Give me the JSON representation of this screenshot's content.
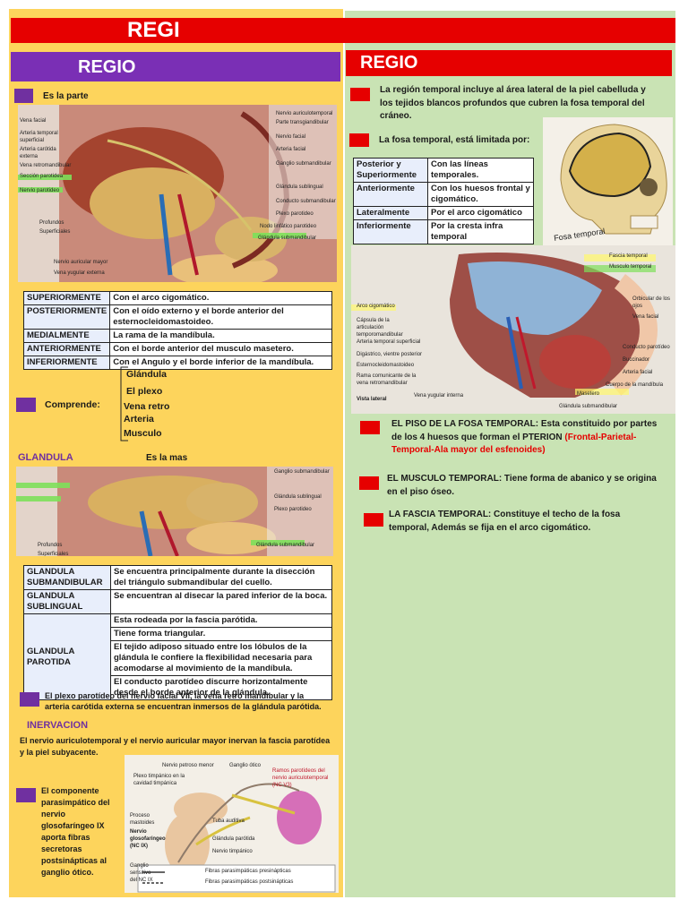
{
  "header": {
    "main_banner": "REGI",
    "left_banner": "REGIO",
    "right_banner": "REGIO"
  },
  "left": {
    "es_la_parte": "Es la parte",
    "fig1_labels": [
      "Vena facial",
      "Nervio auriculotemporal",
      "Parte transgiandibular",
      "Arteria temporal superficial",
      "Nervio facial",
      "Arteria carótida externa",
      "Arteria facial",
      "Vena retromandibular",
      "Sección parotidea",
      "Nervio parotideo",
      "Ganglio submandibular",
      "Glándula sublingual",
      "Conducto submandibular",
      "Glándula submandibular",
      "Plexo parotideo",
      "Nodo linfático parotideo",
      "Nervio auricular mayor",
      "Profundos",
      "Superficiales",
      "Vena yugular externa"
    ],
    "limits_table": [
      {
        "k": "SUPERIORMENTE",
        "v": "Con el arco cigomático."
      },
      {
        "k": "POSTERIORMENTE",
        "v": "Con el oído externo y el borde anterior del esternocleidomastoideo."
      },
      {
        "k": "MEDIALMENTE",
        "v": "La rama de la mandíbula."
      },
      {
        "k": "ANTERIORMENTE",
        "v": "Con el borde anterior del musculo masetero."
      },
      {
        "k": "INFERIORMENTE",
        "v": "Con el Angulo y el borde inferior de la mandíbula."
      }
    ],
    "comprende_label": "Comprende:",
    "comprende_items": [
      "Glándula",
      "El plexo",
      "Vena retro",
      "Arteria",
      "Musculo"
    ],
    "glandula_heading": "GLANDULA",
    "es_la_mas": "Es la mas",
    "glands_table": [
      {
        "k": "GLANDULA SUBMANDIBULAR",
        "v": [
          "Se encuentra principalmente durante la disección del triángulo submandibular del cuello."
        ]
      },
      {
        "k": "GLANDULA SUBLINGUAL",
        "v": [
          "Se encuentran al disecar la pared inferior de la boca."
        ]
      },
      {
        "k": "GLANDULA PAROTIDA",
        "v": [
          "Esta rodeada por la fascia parótida.",
          "Tiene forma triangular.",
          "El tejido adiposo situado entre los lóbulos de la glándula le confiere la flexibilidad necesaria para acomodarse al movimiento de la mandíbula.",
          "El conducto parotídeo discurre horizontalmente desde el borde anterior de la glándula."
        ]
      }
    ],
    "plexo_text": "El plexo parotídeo del nervio facial VII, la vena retro mandibular y la arteria carótida externa se encuentran inmersos de la glándula parótida.",
    "inervacion_heading": "INERVACION",
    "inervacion_text": "El nervio auriculotemporal y el nervio auricular mayor inervan la fascia parotídea y la piel subyacente.",
    "componente_text": "El componente parasimpático del nervio glosofaríngeo IX aporta fibras secretoras postsinápticas al ganglio ótico.",
    "fig3_labels": [
      "Nervio petroso menor",
      "Ganglio ótico",
      "Plexo timpánico en la cavidad timpánica",
      "Ramos parotídeos del nervio auriculotemporal (NC V3)",
      "Proceso mastoides",
      "Tuba auditiva",
      "Nervio glosofaríngeo (NC IX)",
      "Glándula parótida",
      "Nervio timpánico",
      "Ganglio sensitivo del NC IX",
      "Fibras parasimpáticas presinápticas",
      "Fibras parasimpáticas postsinápticas"
    ]
  },
  "right": {
    "intro": "La región temporal incluye al área lateral de la piel cabelluda y los tejidos blancos profundos que cubren la fosa temporal del cráneo.",
    "limitada": "La fosa temporal, está limitada por:",
    "fosa_table": [
      {
        "k": "Posterior y Superiormente",
        "v": "Con las líneas temporales."
      },
      {
        "k": "Anteriormente",
        "v": "Con los huesos frontal y cigomático."
      },
      {
        "k": "Lateralmente",
        "v": "Por el arco cigomático"
      },
      {
        "k": "Inferiormente",
        "v": "Por la cresta infra temporal"
      }
    ],
    "skull_label": "Fosa temporal",
    "fig_labels": [
      "Fascia temporal",
      "Musculo temporal",
      "Arco cigomático",
      "Orbicular de los ojos",
      "Cápsula de la articulación temporomandibular",
      "Vena facial",
      "Arteria temporal superficial",
      "Conducto parotídeo",
      "Digástrico, vientre posterior",
      "Buccinador",
      "Esternocleidomastoideo",
      "Arteria facial",
      "Rama comunicante de la vena retromandibular",
      "Cuerpo de la mandíbula",
      "Vena yugular interna",
      "Masetero",
      "Vista lateral",
      "Glándula submandibular"
    ],
    "piso_text": "EL PISO DE LA FOSA TEMPORAL: Esta constituido por partes de los 4 huesos que forman el PTERION ",
    "piso_red": "(Frontal-Parietal-Temporal-Ala mayor del esfenoides)",
    "musculo_text": "EL MUSCULO TEMPORAL: Tiene forma de abanico y se origina en el piso óseo.",
    "fascia_text": "LA FASCIA TEMPORAL: Constituye el techo de la fosa temporal, Además se fija en el arco cigomático."
  }
}
